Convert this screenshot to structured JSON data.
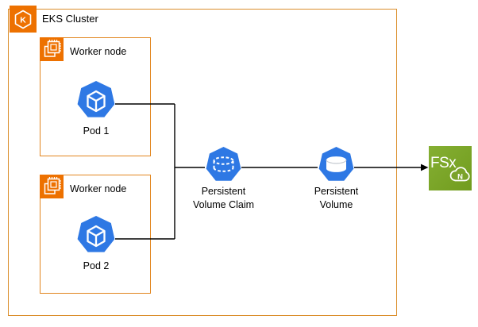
{
  "diagram": {
    "cluster": {
      "label": "EKS Cluster",
      "icon_letter": "K"
    },
    "worker_nodes": [
      {
        "label": "Worker node",
        "pod": {
          "label": "Pod 1"
        }
      },
      {
        "label": "Worker node",
        "pod": {
          "label": "Pod 2"
        }
      }
    ],
    "pvc": {
      "line1": "Persistent",
      "line2": "Volume Claim"
    },
    "pv": {
      "line1": "Persistent",
      "line2": "Volume"
    },
    "fsx": {
      "label": "FSx",
      "badge_letter": "N"
    }
  },
  "colors": {
    "aws_orange_icon": "#ED7100",
    "cluster_border_orange": "#DB8E2B",
    "worker_border_orange": "#E2861F",
    "kubernetes_blue": "#2E78E4",
    "fsx_green": "#7BA22A",
    "connector_line": "#000000"
  }
}
